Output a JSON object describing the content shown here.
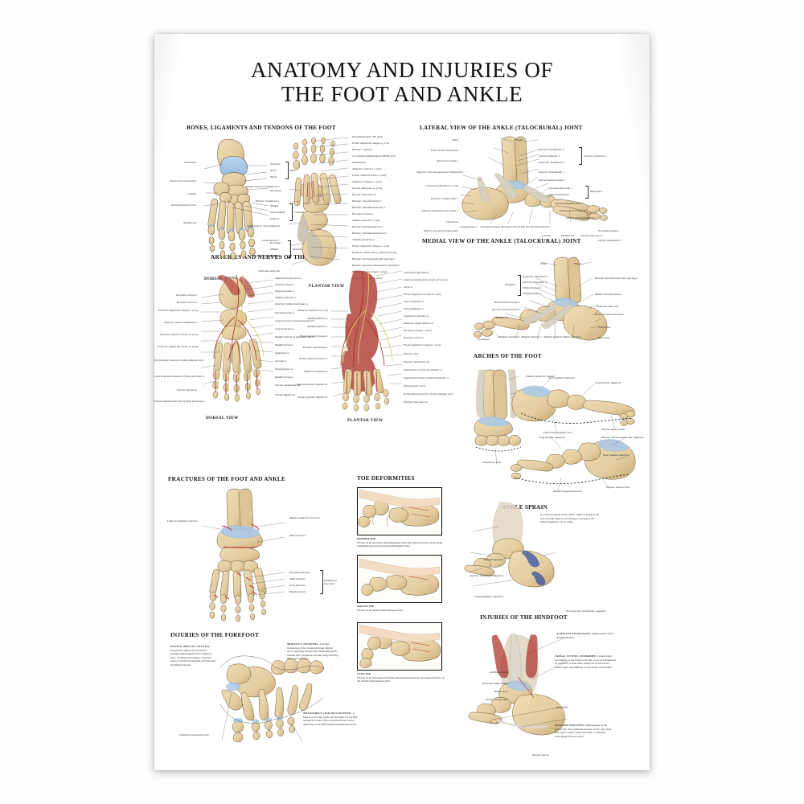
{
  "poster": {
    "title_line1": "ANATOMY AND INJURIES OF",
    "title_line2": "THE FOOT AND ANKLE",
    "background": "#ffffff",
    "bone_color": "#e8d3a8",
    "bone_shadow": "#c4a570",
    "cartilage_color": "#a9c8e8",
    "muscle_color": "#b4453c",
    "artery_color": "#9e2a26",
    "nerve_color": "#d9cf6a",
    "tendon_color": "#ddd8cc"
  },
  "sections": {
    "bones_ligaments": {
      "heading": "BONES, LIGAMENTS AND TENDONS OF THE FOOT",
      "dorsal_caption": "DORSAL VIEW",
      "plantar_caption": "PLANTAR VIEW",
      "dorsal_labels_left": [
        "Calcaneus",
        "Transverse tarsal joint",
        "Cuboid",
        "Tarsometatarsal joint",
        "Metatarsal"
      ],
      "dorsal_labels_right": [
        "Trochlea",
        "Neck",
        "Head",
        "Talus",
        "Navicular",
        "Medial",
        "Intermediate",
        "Lateral",
        "Cuneiform",
        "Proximal",
        "Middle",
        "Distal",
        "Phalanges"
      ],
      "plantar_labels_left": [
        "Deep transverse metatarsal l.",
        "Plantar metatarsal l.",
        "Tuberosity of 5th metatarsal",
        "Long plantar l.",
        "Tuberosity of calcaneus",
        "Sustentaculum tali"
      ],
      "plantar_labels_right": [
        "Interphalangeal (IP) joint",
        "Flexor digitorum longus t. (cut)",
        "Plantar l. (plate)",
        "1st metatarsophalangeal (MTP) joint",
        "Sesamoid b.",
        "Abductor hallucis t. (cut)",
        "Flexor hallucis brevis t. (cut)",
        "Adductor hallucis t. (cut)",
        "Dorsal interossei m. (cut)",
        "Plantar interossei m.",
        "Plantar cuneonavicular l.",
        "Plantar cuboideonavicular l.",
        "Peroneus longus t.",
        "Tibialis anterior t. (cut)",
        "Plantar cuneometatarsal l.",
        "Plantar cuboideometatarsal l.",
        "Tibialis posterior t.",
        "Flexor digitorum longus t. (cut)",
        "Posterior tibial artery and nerve (cut)",
        "Plantar calcaneonavicular (spring) l.",
        "Plantar calcaneocuboid (short plantar) l.",
        "Flexor hallucis longus t. (cut)",
        "Posterior process of talus",
        "Flexor digitorum brevis t. (cut)",
        "Flexor hallucis longus t. (cut)"
      ]
    },
    "lateral_view": {
      "heading": "LATERAL VIEW OF THE ANKLE (TALOCRURAL) JOINT",
      "labels_left": [
        "Tibia",
        "Interosseous membrane",
        "Peroneus tertius t.",
        "Superior musculo-peroneal retinaculum",
        "Calcaneal (Achilles) t. (cut)",
        "Extensor retinaculum l.",
        "Lateral calcaneocrural canal l.",
        "Calcaneus",
        "Inferior peroneal retinaculum",
        "Long plantar l.",
        "Peroneus longus t.",
        "Peroneus brevis t.",
        "Dorsal calcaneocuboid l."
      ],
      "labels_right": [
        "Fibula",
        "Anterior talofibular l.",
        "Calcaneofibular l.",
        "Posterior talofibular l.",
        "Lateral collateral l.",
        "Anterior tibiofibular l.",
        "Dorsal talonavicular l.",
        "Calcaneonavicular l.",
        "Calcaneocuboid l.",
        "Bifurcate l.",
        "Dorsal cuneonavicular l.",
        "Dorsal intercuneiform l.",
        "Dorsal tarsometatarsal l.",
        "Proximal phalanx",
        "Dorsal metatarsal l.",
        "Dorsal cuneonavicular l.",
        "Cuboid",
        "Metatarsal",
        "Dorsal interossei l."
      ]
    },
    "medial_view": {
      "heading": "MEDIAL VIEW OF THE ANKLE (TALOCRURAL) JOINT",
      "labels_left": [
        "Deltoid l.",
        "Posterior tibiotalar l.",
        "Anterior tibiotalar l.",
        "Tibiocalcaneal l.",
        "Tibionavicular l.",
        "Dorsal talonavicular l.",
        "Dorsal cuneonavicular l.",
        "Metatarsal",
        "Phalanges",
        "Medial cuneiform",
        "Tibialis anterior t.",
        "Tibialis posterior t."
      ],
      "labels_right": [
        "Tibia",
        "Fibula",
        "Plantar calcaneonavicular (spring) l.",
        "Medial talocalcaneal l.",
        "Sustentaculum tali",
        "Posterior talocalcaneal l.",
        "Calcaneus",
        "Navicular",
        "Short plantar l.",
        "Long plantar l."
      ]
    },
    "arteries_nerves": {
      "heading": "ARTERIES AND NERVES OF THE FOOT",
      "dorsal_caption": "DORSAL VIEW",
      "plantar_caption": "PLANTAR VIEW",
      "dorsal_labels_left": [
        "Peroneus longus t.",
        "Peroneus brevis t.",
        "Extensor digitorum longus t. (cut)",
        "Anterior lateral malleolar a.",
        "Extensor hallucis brevis m. (cut)",
        "Extensor digitorum brevis m. (cut)",
        "Perforating branches of deep plantar arch",
        "Lateral tarsal branches of deep peroneal n.",
        "Dorsal digital nn.",
        "Dorsal digital branches of deep peroneal n."
      ],
      "dorsal_labels_right": [
        "Superficial peroneal n.",
        "Anterior tibial a.",
        "Deep peroneal n.",
        "Tibialis anterior t.",
        "Anterior medial malleolar a.",
        "Dorsalis pedis a.",
        "Lateral branch of deep peroneal n.",
        "Lateral tarsal a.",
        "Medial branch of deep peroneal n.",
        "Medial tarsal a.",
        "Saphenous n.",
        "Arcuate a.",
        "Deep plantar a.",
        "Medial tarsal a.",
        "Dorsal metatarsal aa.",
        "Dorsal digital aa."
      ],
      "plantar_labels_left": [
        "Abductor hallucis m. (cut)",
        "Medial plantar a.",
        "Medial plantar n.",
        "Flexor hallucis longus t.",
        "Plantar metatarsal a.",
        "Flexor hallucis brevis m.",
        "Adductor hallucis m.",
        "Common plantar digital nn.",
        "Proper plantar digital nn."
      ],
      "plantar_labels_right": [
        "Calcaneal (Achilles) t.",
        "Lateral calcaneal branches of sural n.",
        "Sural n.",
        "Flexor digitorum brevis m. (cut)",
        "Lateral plantar a.",
        "Lateral plantar n.",
        "Quadratus plantae m.",
        "Abductor digiti minimi m.",
        "Peroneus longus t. (cut)",
        "Peroneus brevis t.",
        "Flexor digitorum longus t. (cut)",
        "Plantar arch",
        "Plantar metatarsal aa.",
        "Deep branch of lateral plantar n.",
        "Superficial branch of lateral plantar n.",
        "Deep plantar arch",
        "Perforating branches of deep plantar arch",
        "Plantar interossei m."
      ]
    },
    "arches": {
      "heading": "ARCHES OF THE FOOT",
      "labels": [
        "Tibialis posterior tendon",
        "Tibialis anterior tendon",
        "Transverse arch",
        "Short plantar ligament",
        "Long plantar ligament",
        "Lateral longitudinal arch",
        "Plantar aponeurosis",
        "Plantar calcaneonavicular ligament",
        "Medial longitudinal arch"
      ]
    },
    "fractures": {
      "heading": "FRACTURES OF THE FOOT AND ANKLE",
      "labels_left": [
        "Lateral malleolus fracture"
      ],
      "labels_right": [
        "Medial malleolus fracture",
        "Talus fracture",
        "Proximal fracture",
        "Shaft fracture",
        "Neck fracture",
        "Head fracture",
        "Metatarsal fractures"
      ]
    },
    "toe_deformities": {
      "heading": "TOE DEFORMITIES",
      "items": [
        {
          "name": "HAMMER TOE.",
          "desc": "Flexion of the proximal interphalangeal joint with hyperextension of the distal interphalangeal and metatarsophalangeal joints."
        },
        {
          "name": "MALLET TOE.",
          "desc": "Flexion of the distal interphalangeal joint."
        },
        {
          "name": "CLAW TOE.",
          "desc": "Flexion of the proximal and distal interphalangeal joints with hyperextension of the metatarsophalangeal joint."
        }
      ]
    },
    "ankle_sprain": {
      "heading": "ANKLE SPRAIN",
      "description": "In a lateral sprain of the ankle, undue twisting of the foot inwards leads to stretching or tearing of the lateral ligaments of the ankle.",
      "labels": [
        "Deltoid ligament",
        "Anterior talofibular ligament",
        "Calcaneofibular ligament",
        "Torn anterior talofibular ligament"
      ]
    },
    "forefoot_injuries": {
      "heading": "INJURIES OF THE FOREFOOT",
      "items": [
        {
          "name": "BUNION (HALLUX VALGUS).",
          "desc": "Progressive deformity of the first metatarsophalangeal joint leading to pain, swelling and redness. Common causes include rheumatoid arthritis and ill-fitting footwear.",
          "callout": "Displaced sesamoid bone"
        },
        {
          "name": "MORTON'S NEUROMA.",
          "desc": "A benign thickening of the common plantar digital nerve, typically between the third and fourth metatarsals. Symptoms include sharp burning pain and numbness."
        },
        {
          "name": "METATARSUS (TAILOR'S BUNION).",
          "desc": "A bunion occurring at the lateral aspect of the fifth metatarsal head. Often associated with excess deformity at the fifth metatarsophalangeal joint."
        }
      ]
    },
    "hindfoot_injuries": {
      "heading": "INJURIES OF THE HINDFOOT",
      "items": [
        {
          "name": "ACHILLES TENDONITIS.",
          "desc": "Inflammation of the Achilles tendon."
        },
        {
          "name": "TARSAL TUNNEL SYNDROME.",
          "desc": "Compression neuropathy of the tibial nerve due to nerve entrapment by the flexor retinaculum within the tarsal tunnel. Causes pain and stiffness on the inside of the ankle."
        },
        {
          "name": "PLANTAR FASCIITIS.",
          "desc": "Inflammation of the connective tissue (plantar fascia) on the sole of the foot which causes sharp heel pain. Commonly associated with heel spurs."
        }
      ],
      "labels": [
        "Achilles tendon",
        "Posterior tibial artery",
        "Tibial nerve",
        "Flexor retinaculum",
        "Heel spur",
        "Plantar fascia"
      ]
    }
  }
}
